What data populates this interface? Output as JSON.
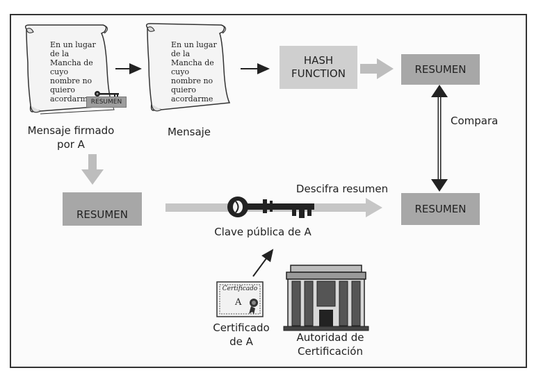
{
  "scroll_text_lines": [
    "En un lugar",
    "de la",
    "Mancha de",
    "cuyo",
    "nombre no",
    "quiero",
    "acordarme"
  ],
  "signed_badge": "RESUMEN",
  "labels": {
    "signed_message": "Mensaje firmado por A",
    "message": "Mensaje",
    "compare": "Compara",
    "decrypt": "Descifra resumen",
    "public_key": "Clave pública de A",
    "certificate": "Certificado de A",
    "authority": "Autoridad de Certificación"
  },
  "boxes": {
    "hash_function": "HASH FUNCTION",
    "resumen_top": "RESUMEN",
    "resumen_bottom_right": "RESUMEN",
    "resumen_left": "RESUMEN"
  },
  "certificate": {
    "heading": "Certificado",
    "letter": "A"
  },
  "colors": {
    "resumen_box": "#a7a7a7",
    "hash_box": "#cfcfcf",
    "grey_arrow": "#bdbdbd",
    "black": "#222222"
  }
}
